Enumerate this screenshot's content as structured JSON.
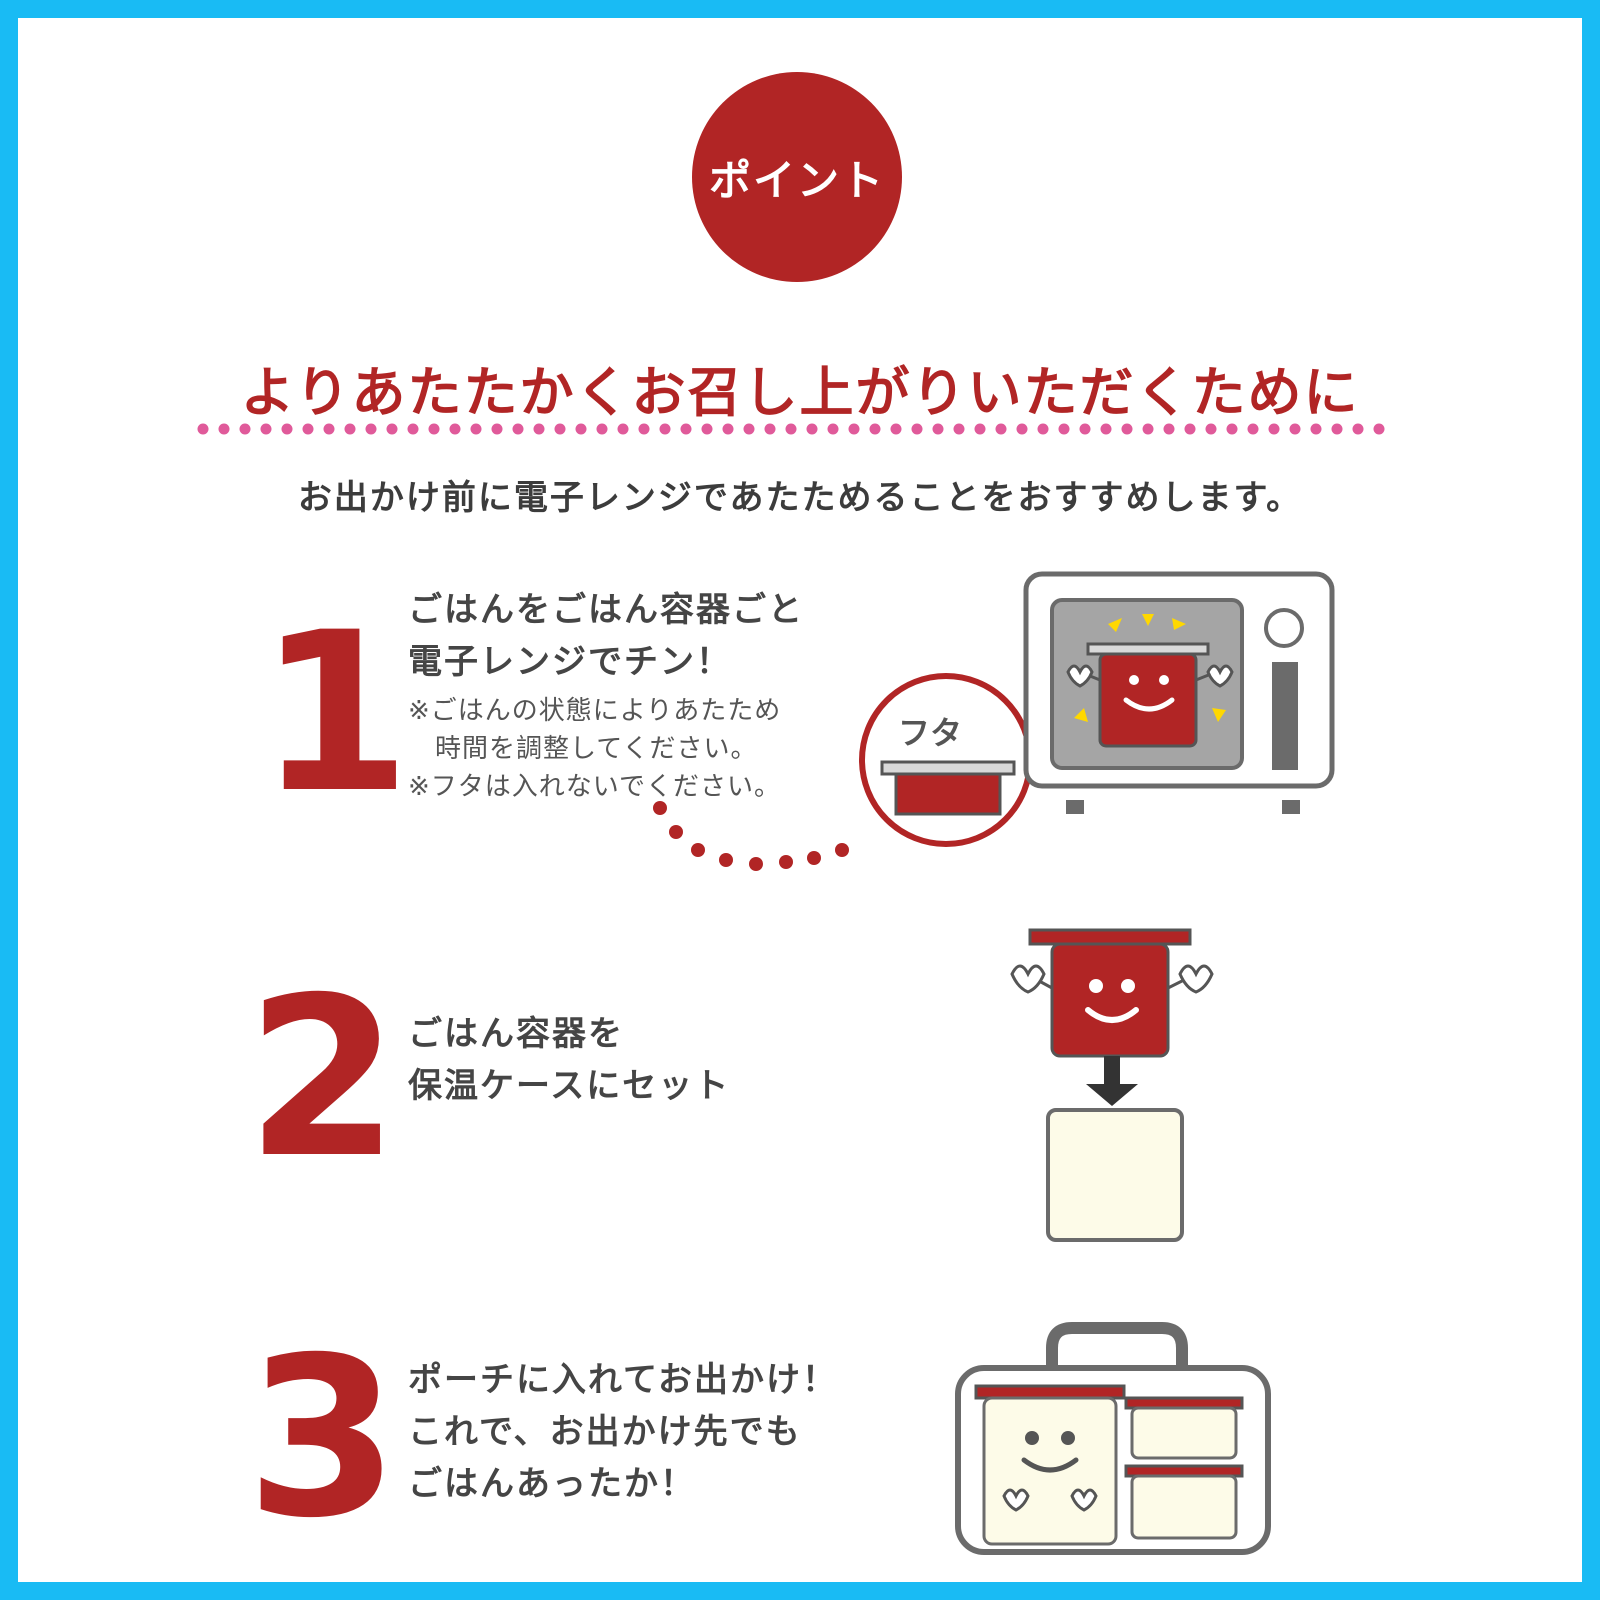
{
  "badge": {
    "label": "ポイント"
  },
  "headline": "よりあたたかくお召し上がりいただくために",
  "subheading": "お出かけ前に電子レンジであたためることをおすすめします。",
  "steps": [
    {
      "number": "1",
      "lines": [
        "ごはんをごはん容器ごと",
        "電子レンジでチン！"
      ],
      "notes": [
        "※ごはんの状態によりあたため",
        "　時間を調整してください。",
        "※フタは入れないでください。"
      ],
      "lid_label": "フタ"
    },
    {
      "number": "2",
      "lines": [
        "ごはん容器を",
        "保温ケースにセット"
      ]
    },
    {
      "number": "3",
      "lines": [
        "ポーチに入れてお出かけ！",
        "これで、お出かけ先でも",
        "ごはんあったか！"
      ]
    }
  ],
  "colors": {
    "frame": "#19bbf4",
    "accent": "#b12525",
    "dots": "#e05a9a",
    "text": "#3c3c3c"
  }
}
